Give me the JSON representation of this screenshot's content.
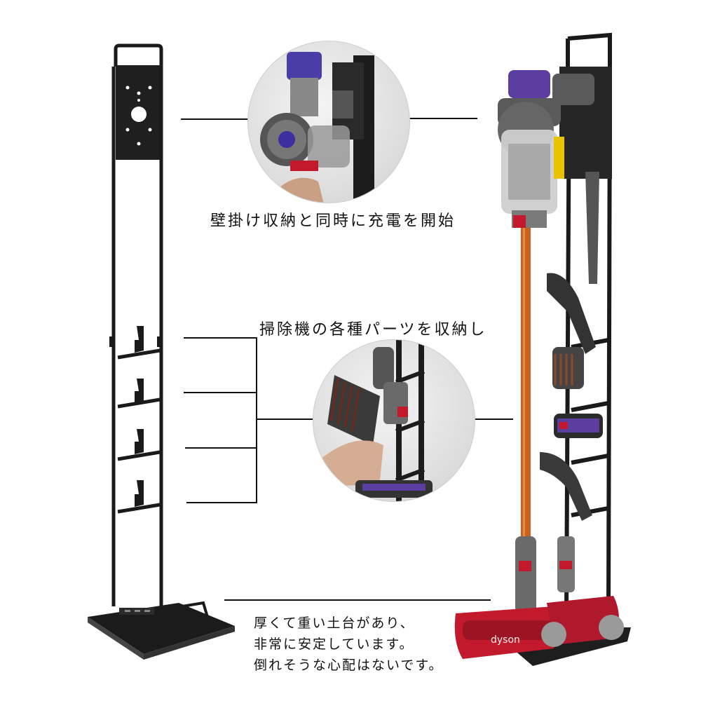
{
  "captions": {
    "top": "壁掛け収納と同時に充電を開始",
    "middle": "掃除機の各種パーツを収納し",
    "bottom": [
      "厚くて重い土台があり、",
      "非常に安定しています。",
      "倒れそうな心配はないです。"
    ]
  },
  "colors": {
    "stand": "#1a1a1a",
    "wand": "#c8621c",
    "purple": "#5b3fa0",
    "red": "#b0182b"
  },
  "icons": {
    "logo_text": "dyson"
  }
}
